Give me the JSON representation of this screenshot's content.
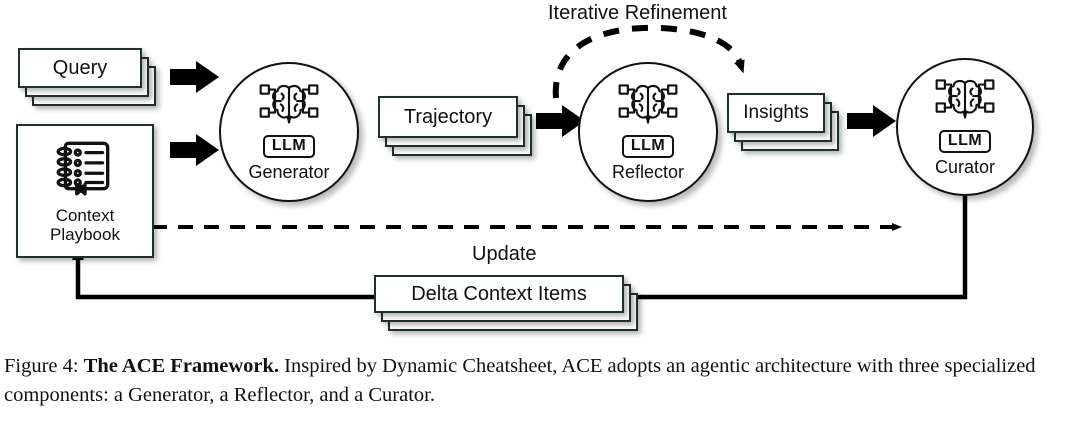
{
  "figure": {
    "title_label": "Iterative Refinement",
    "update_label": "Update",
    "inputs": [
      {
        "name": "query",
        "label": "Query"
      },
      {
        "name": "context-playbook",
        "label": "Context\nPlaybook",
        "icon": "notebook-icon"
      }
    ],
    "agents": [
      {
        "name": "generator",
        "label": "Generator",
        "badge": "LLM",
        "icon": "brain-network-icon"
      },
      {
        "name": "reflector",
        "label": "Reflector",
        "badge": "LLM",
        "icon": "brain-network-icon"
      },
      {
        "name": "curator",
        "label": "Curator",
        "badge": "LLM",
        "icon": "brain-network-icon"
      }
    ],
    "artifacts": [
      {
        "name": "trajectory",
        "label": "Trajectory"
      },
      {
        "name": "insights",
        "label": "Insights"
      },
      {
        "name": "delta-context-items",
        "label": "Delta Context Items"
      }
    ],
    "colors": {
      "stroke": "#20302f",
      "ink": "#111111",
      "background": "#ffffff"
    }
  },
  "caption": {
    "prefix": "Figure 4:",
    "bold_title": "The ACE Framework.",
    "body": " Inspired by Dynamic Cheatsheet, ACE adopts an agentic architecture with three specialized components: a Generator, a Reflector, and a Curator."
  }
}
